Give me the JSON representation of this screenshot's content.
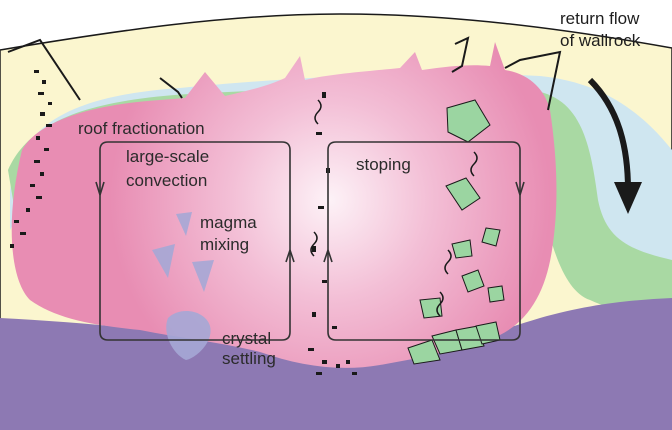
{
  "labels": {
    "return_flow_1": "return flow",
    "return_flow_2": "of wallrock",
    "roof_fractionation": "roof fractionation",
    "large_scale_1": "large-scale",
    "large_scale_2": "convection",
    "stoping": "stoping",
    "magma_1": "magma",
    "magma_2": "mixing",
    "crystal_1": "crystal",
    "crystal_2": "settling"
  },
  "colors": {
    "magma": "#e890b4",
    "magma_glow": "#fbe9f1",
    "roof": "#fbf6cf",
    "margin_blue": "#cfe6f0",
    "margin_green": "#a9d9a3",
    "floor": "#8d79b3",
    "blob": "#a6a8d6",
    "xenolith": "#9bd5a1",
    "stroke": "#1a1a1a"
  }
}
